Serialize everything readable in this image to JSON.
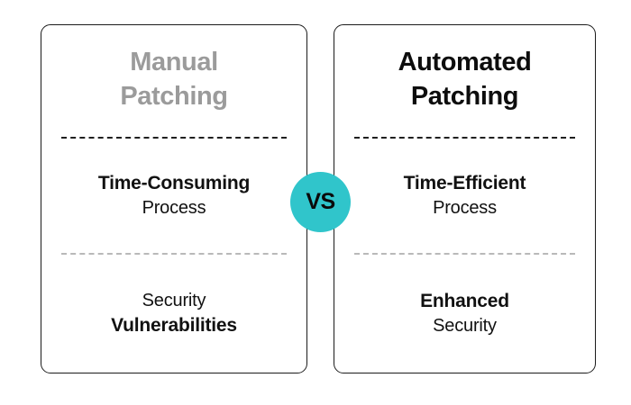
{
  "background_color": "#ffffff",
  "accent_color": "#30c5cb",
  "muted_text_color": "#9b9b9b",
  "comparison": {
    "badge": {
      "label": "VS"
    },
    "left_card": {
      "title_line_1": "Manual",
      "title_line_2": "Patching",
      "rows": [
        {
          "emphasis_line": "Time-Consuming",
          "normal_line": "Process",
          "emphasis_position": "top"
        },
        {
          "normal_line": "Security",
          "emphasis_line": "Vulnerabilities",
          "emphasis_position": "bottom"
        }
      ]
    },
    "right_card": {
      "title_line_1": "Automated",
      "title_line_2": "Patching",
      "rows": [
        {
          "emphasis_line": "Time-Efficient",
          "normal_line": "Process",
          "emphasis_position": "top"
        },
        {
          "emphasis_line": "Enhanced",
          "normal_line": "Security",
          "emphasis_position": "top"
        }
      ]
    }
  }
}
